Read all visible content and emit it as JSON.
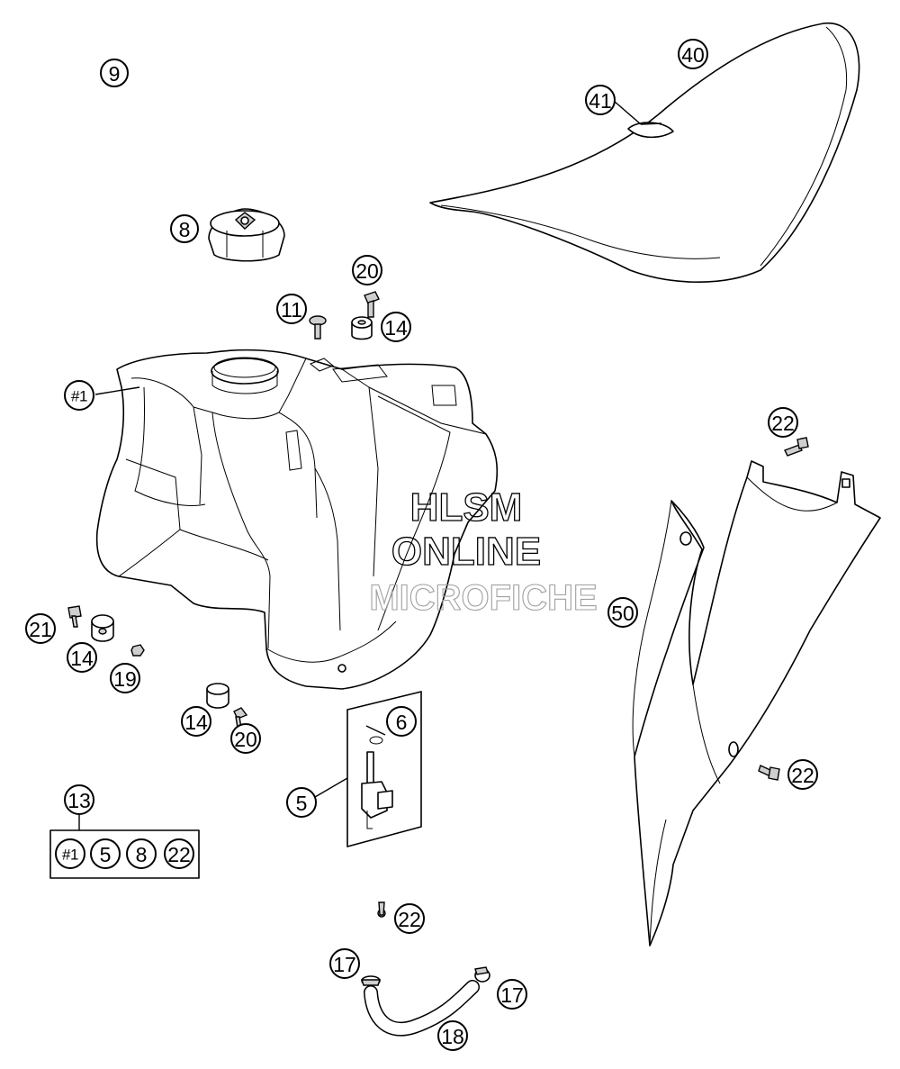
{
  "callouts": {
    "c9": "9",
    "c8": "8",
    "c40": "40",
    "c41": "41",
    "c20a": "20",
    "c11": "11",
    "c14a": "14",
    "c1": "#1",
    "c22a": "22",
    "c50": "50",
    "c21": "21",
    "c14b": "14",
    "c19": "19",
    "c14c": "14",
    "c20b": "20",
    "c6": "6",
    "c5": "5",
    "c22b": "22",
    "c13": "13",
    "kit1": "#1",
    "kit5": "5",
    "kit8": "8",
    "kit22": "22",
    "c22c": "22",
    "c17a": "17",
    "c17b": "17",
    "c18": "18"
  },
  "watermark": {
    "line1": "HLSM",
    "line2": "ONLINE",
    "line3": "MICROFICHE"
  }
}
